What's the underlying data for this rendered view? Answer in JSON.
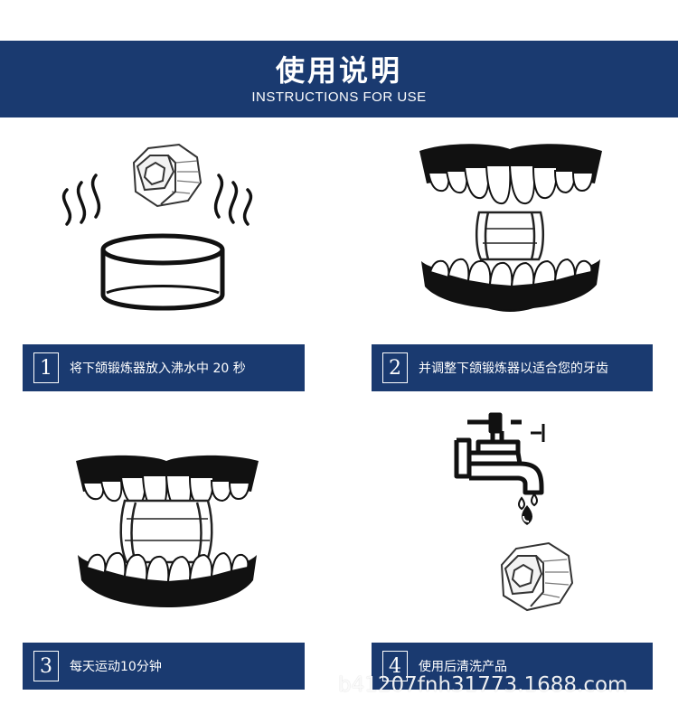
{
  "header": {
    "title": "使用说明",
    "subtitle": "INSTRUCTIONS FOR USE",
    "color": "#1a3a70"
  },
  "steps": [
    {
      "number": "1",
      "text": "将下颌锻炼器放入沸水中 20 秒",
      "icon": "boiling-water-icon"
    },
    {
      "number": "2",
      "text": "并调整下颌锻炼器以适合您的牙齿",
      "icon": "teeth-fitting-icon"
    },
    {
      "number": "3",
      "text": "每天运动10分钟",
      "icon": "teeth-biting-icon"
    },
    {
      "number": "4",
      "text": "使用后清洗产品",
      "icon": "faucet-rinse-icon"
    }
  ],
  "watermark": "b41207fnh31773.1688.com"
}
